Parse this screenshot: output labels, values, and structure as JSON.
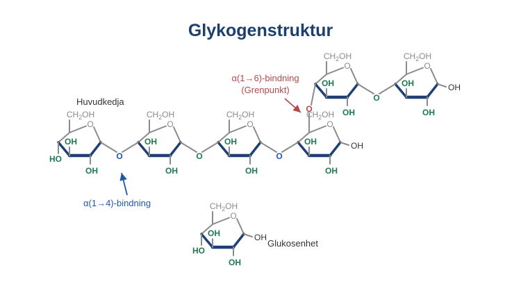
{
  "title": "Glykogenstruktur",
  "labels": {
    "main_chain": "Huvudkedja",
    "alpha14": "α(1→4)-bindning",
    "alpha16_line1": "α(1→6)-bindning",
    "alpha16_line2": "(Grenpunkt)",
    "glucose_unit": "Glukosenhet"
  },
  "atoms": {
    "ring_oxygen": "O",
    "hydroxyl": "OH",
    "hydroxyl_left": "HO",
    "ch2oh_prefix": "CH",
    "ch2oh_sub": "2",
    "ch2oh_suffix": "OH"
  },
  "colors": {
    "title": "#1d3f6e",
    "text": "#333333",
    "bond": "#8a8a8a",
    "front_bond": "#1f3f78",
    "hydroxyl": "#1e7a50",
    "ring_oxygen": "#8a8a8a",
    "linkage_14": "#1f57b0",
    "linkage_16": "#b24a4a",
    "glycosidic_o": "#1f7a50"
  }
}
